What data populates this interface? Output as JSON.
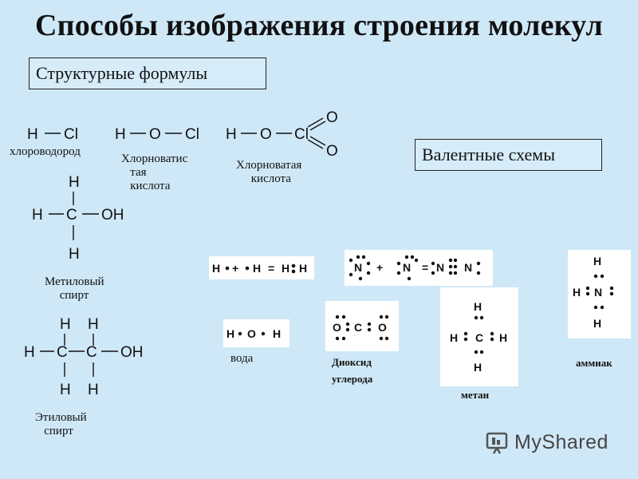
{
  "title": "Способы изображения строения молекул",
  "headers": {
    "structural": "Структурные формулы",
    "valence": "Валентные схемы"
  },
  "atoms": {
    "H": "H",
    "Cl": "Cl",
    "O": "O",
    "C": "C",
    "OH": "OH",
    "N": "N"
  },
  "signs": {
    "plus": "+",
    "equals": "="
  },
  "captions": {
    "hcl": "хлороводород",
    "hclo": "Хлорноватис\n   тая\n   кислота",
    "hclo3": "Хлорноватая\n     кислота",
    "methanol": "Метиловый\n     спирт",
    "ethanol": "Этиловый\n   спирт",
    "water": "вода",
    "co2": "Диоксид\nуглерода",
    "methane": "метан",
    "ammonia": "аммиак"
  },
  "watermark": "MyShared"
}
